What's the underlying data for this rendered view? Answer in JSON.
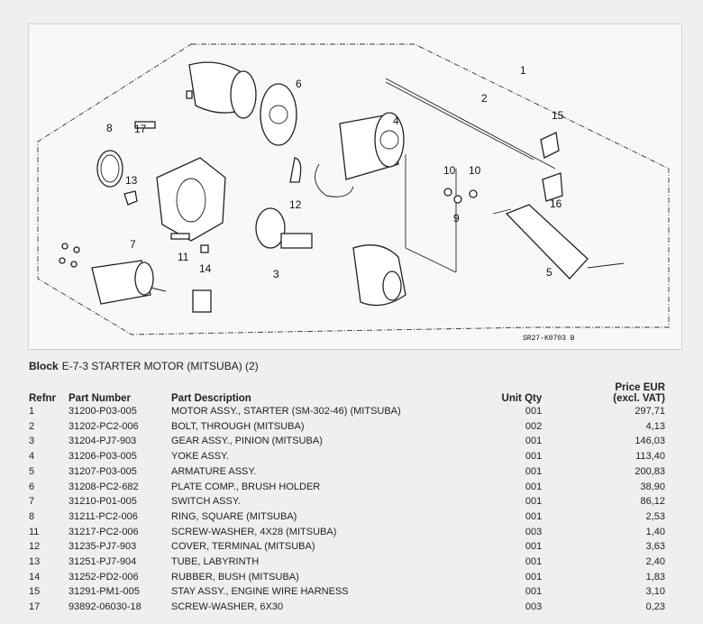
{
  "diagram": {
    "callouts": [
      "1",
      "2",
      "15",
      "4",
      "6",
      "8",
      "17",
      "13",
      "10",
      "10",
      "9",
      "16",
      "12",
      "11",
      "14",
      "7",
      "3",
      "5"
    ],
    "drawing_code": "SR27-K0703 B"
  },
  "block": {
    "label": "Block",
    "title": "E-7-3 STARTER MOTOR (MITSUBA) (2)"
  },
  "table": {
    "headers": {
      "refnr": "Refnr",
      "part_number": "Part Number",
      "description": "Part Description",
      "unit_qty": "Unit Qty",
      "price_line1": "Price EUR",
      "price_line2": "(excl. VAT)"
    },
    "rows": [
      {
        "refnr": "1",
        "part_number": "31200-P03-005",
        "description": "MOTOR ASSY., STARTER (SM-302-46) (MITSUBA)",
        "qty": "001",
        "price": "297,71"
      },
      {
        "refnr": "2",
        "part_number": "31202-PC2-006",
        "description": "BOLT, THROUGH (MITSUBA)",
        "qty": "002",
        "price": "4,13"
      },
      {
        "refnr": "3",
        "part_number": "31204-PJ7-903",
        "description": "GEAR ASSY., PINION (MITSUBA)",
        "qty": "001",
        "price": "146,03"
      },
      {
        "refnr": "4",
        "part_number": "31206-P03-005",
        "description": "YOKE ASSY.",
        "qty": "001",
        "price": "113,40"
      },
      {
        "refnr": "5",
        "part_number": "31207-P03-005",
        "description": "ARMATURE ASSY.",
        "qty": "001",
        "price": "200,83"
      },
      {
        "refnr": "6",
        "part_number": "31208-PC2-682",
        "description": "PLATE COMP., BRUSH HOLDER",
        "qty": "001",
        "price": "38,90"
      },
      {
        "refnr": "7",
        "part_number": "31210-P01-005",
        "description": "SWITCH ASSY.",
        "qty": "001",
        "price": "86,12"
      },
      {
        "refnr": "8",
        "part_number": "31211-PC2-006",
        "description": "RING, SQUARE (MITSUBA)",
        "qty": "001",
        "price": "2,53"
      },
      {
        "refnr": "11",
        "part_number": "31217-PC2-006",
        "description": "SCREW-WASHER, 4X28 (MITSUBA)",
        "qty": "003",
        "price": "1,40"
      },
      {
        "refnr": "12",
        "part_number": "31235-PJ7-903",
        "description": "COVER, TERMINAL (MITSUBA)",
        "qty": "001",
        "price": "3,63"
      },
      {
        "refnr": "13",
        "part_number": "31251-PJ7-904",
        "description": "TUBE, LABYRINTH",
        "qty": "001",
        "price": "2,40"
      },
      {
        "refnr": "14",
        "part_number": "31252-PD2-006",
        "description": "RUBBER, BUSH (MITSUBA)",
        "qty": "001",
        "price": "1,83"
      },
      {
        "refnr": "15",
        "part_number": "31291-PM1-005",
        "description": "STAY ASSY., ENGINE WIRE HARNESS",
        "qty": "001",
        "price": "3,10"
      },
      {
        "refnr": "17",
        "part_number": "93892-06030-18",
        "description": "SCREW-WASHER, 6X30",
        "qty": "003",
        "price": "0,23"
      }
    ]
  }
}
